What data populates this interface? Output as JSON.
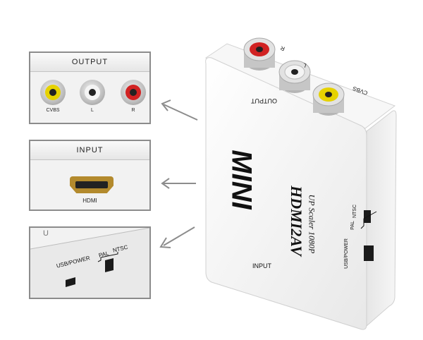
{
  "panels": {
    "output": {
      "title": "OUTPUT",
      "jacks": [
        {
          "label": "CVBS",
          "color": "#e6d200"
        },
        {
          "label": "L",
          "color": "#f4f4f4"
        },
        {
          "label": "R",
          "color": "#d12222"
        }
      ]
    },
    "input": {
      "title": "INPUT",
      "port_label": "HDMI"
    },
    "side": {
      "usb_label": "USB/POWER",
      "pal_label": "PAL",
      "ntsc_label": "NTSC",
      "partial_text": "U"
    }
  },
  "device": {
    "brand": "MINI",
    "model": "HDMI2AV",
    "subtitle": "UP Scaler 1080P",
    "top_output_label": "OUTPUT",
    "top_cvbs_label": "CVBS",
    "top_l_label": "L",
    "top_r_label": "R",
    "front_input_label": "INPUT",
    "side_usb_label": "USB/POWER",
    "side_pal_label": "PAL",
    "side_ntsc_label": "NTSC"
  },
  "colors": {
    "yellow": "#e6d200",
    "white": "#f4f4f4",
    "red": "#d12222",
    "hdmi_gold": "#b38a2d"
  }
}
